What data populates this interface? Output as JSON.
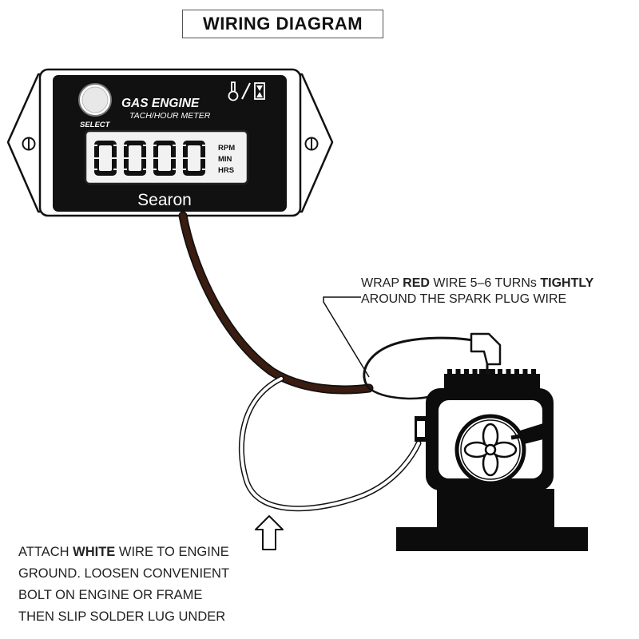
{
  "title": "WIRING DIAGRAM",
  "meter": {
    "select_label": "SELECT",
    "product_name": "GAS ENGINE",
    "product_subtitle": "TACH/HOUR METER",
    "display_value": "0000",
    "units": [
      "RPM",
      "MIN",
      "HRS"
    ],
    "brand": "Searon"
  },
  "notes": {
    "red_wire": {
      "line1_prefix": "WRAP ",
      "line1_bold1": "RED",
      "line1_mid": " WIRE 5–6 TURNs ",
      "line1_bold2": "TIGHTLY",
      "line2": "AROUND THE SPARK PLUG WIRE"
    },
    "white_wire": {
      "line1_prefix": "ATTACH ",
      "line1_bold": "WHITE",
      "line1_suffix": " WIRE TO ENGINE",
      "line2": "GROUND. LOOSEN CONVENIENT",
      "line3": "BOLT ON ENGINE OR FRAME",
      "line4": "THEN SLIP SOLDER LUG UNDER"
    }
  },
  "colors": {
    "meter_body": "#111111",
    "lcd_background": "#f2f2f2",
    "brown_cable": "#3b1c10",
    "engine": "#0c0c0c"
  }
}
